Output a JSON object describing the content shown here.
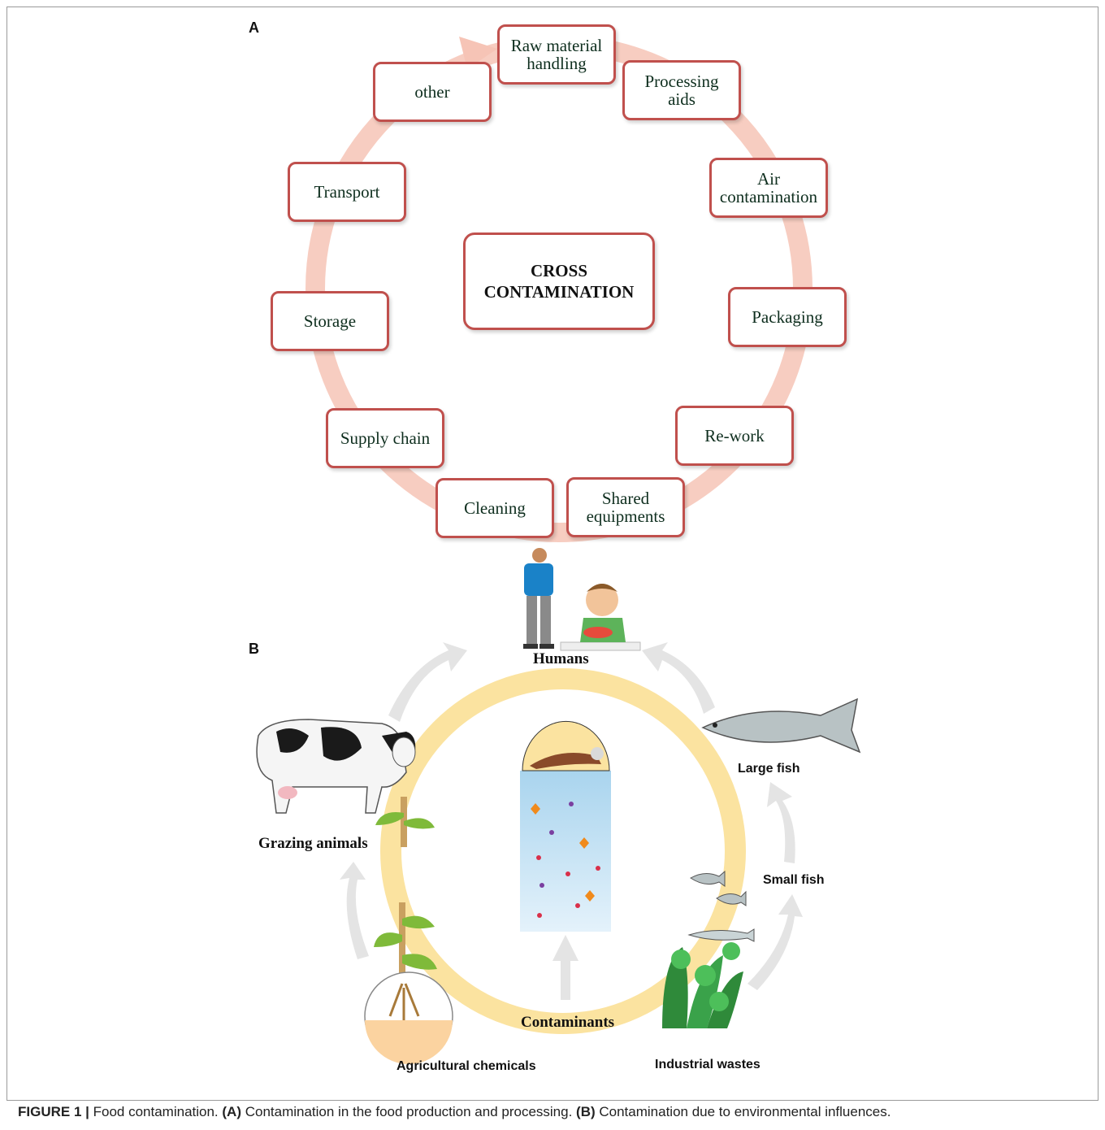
{
  "panel_a": {
    "letter": "A",
    "center": "CROSS\nCONTAMINATION",
    "boxes": {
      "raw_material": "Raw material\nhandling",
      "processing_aids": "Processing\naids",
      "air": "Air\ncontamination",
      "packaging": "Packaging",
      "rework": "Re-work",
      "shared_equipments": "Shared\nequipments",
      "cleaning": "Cleaning",
      "supply_chain": "Supply chain",
      "storage": "Storage",
      "transport": "Transport",
      "other": "other"
    },
    "ring_color": "#f4b7a8",
    "box_border_color": "#c0504d"
  },
  "panel_b": {
    "letter": "B",
    "labels": {
      "humans": "Humans",
      "grazing_animals": "Grazing animals",
      "large_fish": "Large fish",
      "small_fish": "Small fish",
      "contaminants": "Contaminants",
      "agricultural_chemicals": "Agricultural chemicals",
      "industrial_wastes": "Industrial wastes"
    },
    "ring_color": "#fbe3a0",
    "arrow_color": "#e3e3e3"
  },
  "caption": {
    "figure": "FIGURE 1 |",
    "text": " Food contamination. ",
    "a_tag": "(A)",
    "a_text": " Contamination in the food production and processing. ",
    "b_tag": "(B)",
    "b_text": " Contamination due to environmental influences."
  }
}
